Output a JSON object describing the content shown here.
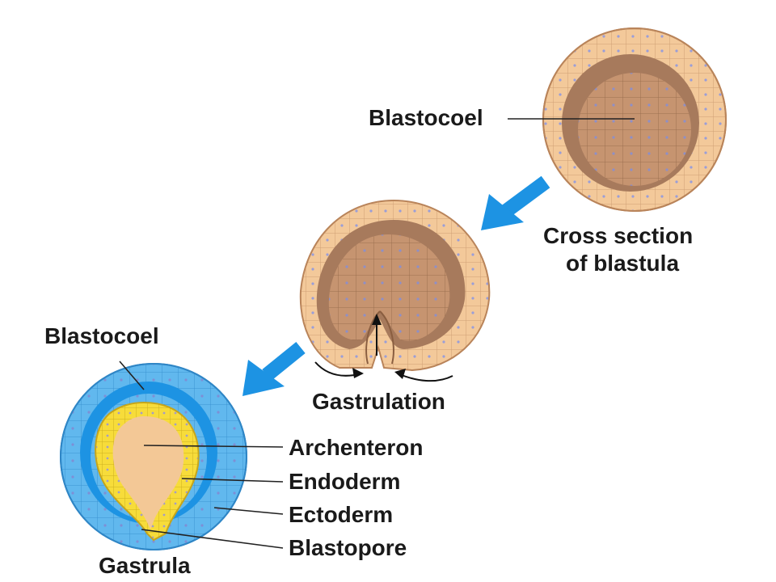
{
  "labels": {
    "blastocoel_top": "Blastocoel",
    "cross_section_line1": "Cross section",
    "cross_section_line2": "of blastula",
    "blastocoel_left": "Blastocoel",
    "gastrulation": "Gastrulation",
    "archenteron": "Archenteron",
    "endoderm": "Endoderm",
    "ectoderm": "Ectoderm",
    "blastopore": "Blastopore",
    "gastrula": "Gastrula"
  },
  "colors": {
    "arrow": "#1d93e3",
    "blastula_cell": "#f3c99a",
    "blastula_cavity": "#a77a5c",
    "inner_cell": "#c69470",
    "ectoderm_blue": "#61b8ee",
    "endoderm_yellow": "#f7dc3a",
    "archenteron_fill": "#f3c896",
    "nucleus": "#9a9ed8"
  }
}
